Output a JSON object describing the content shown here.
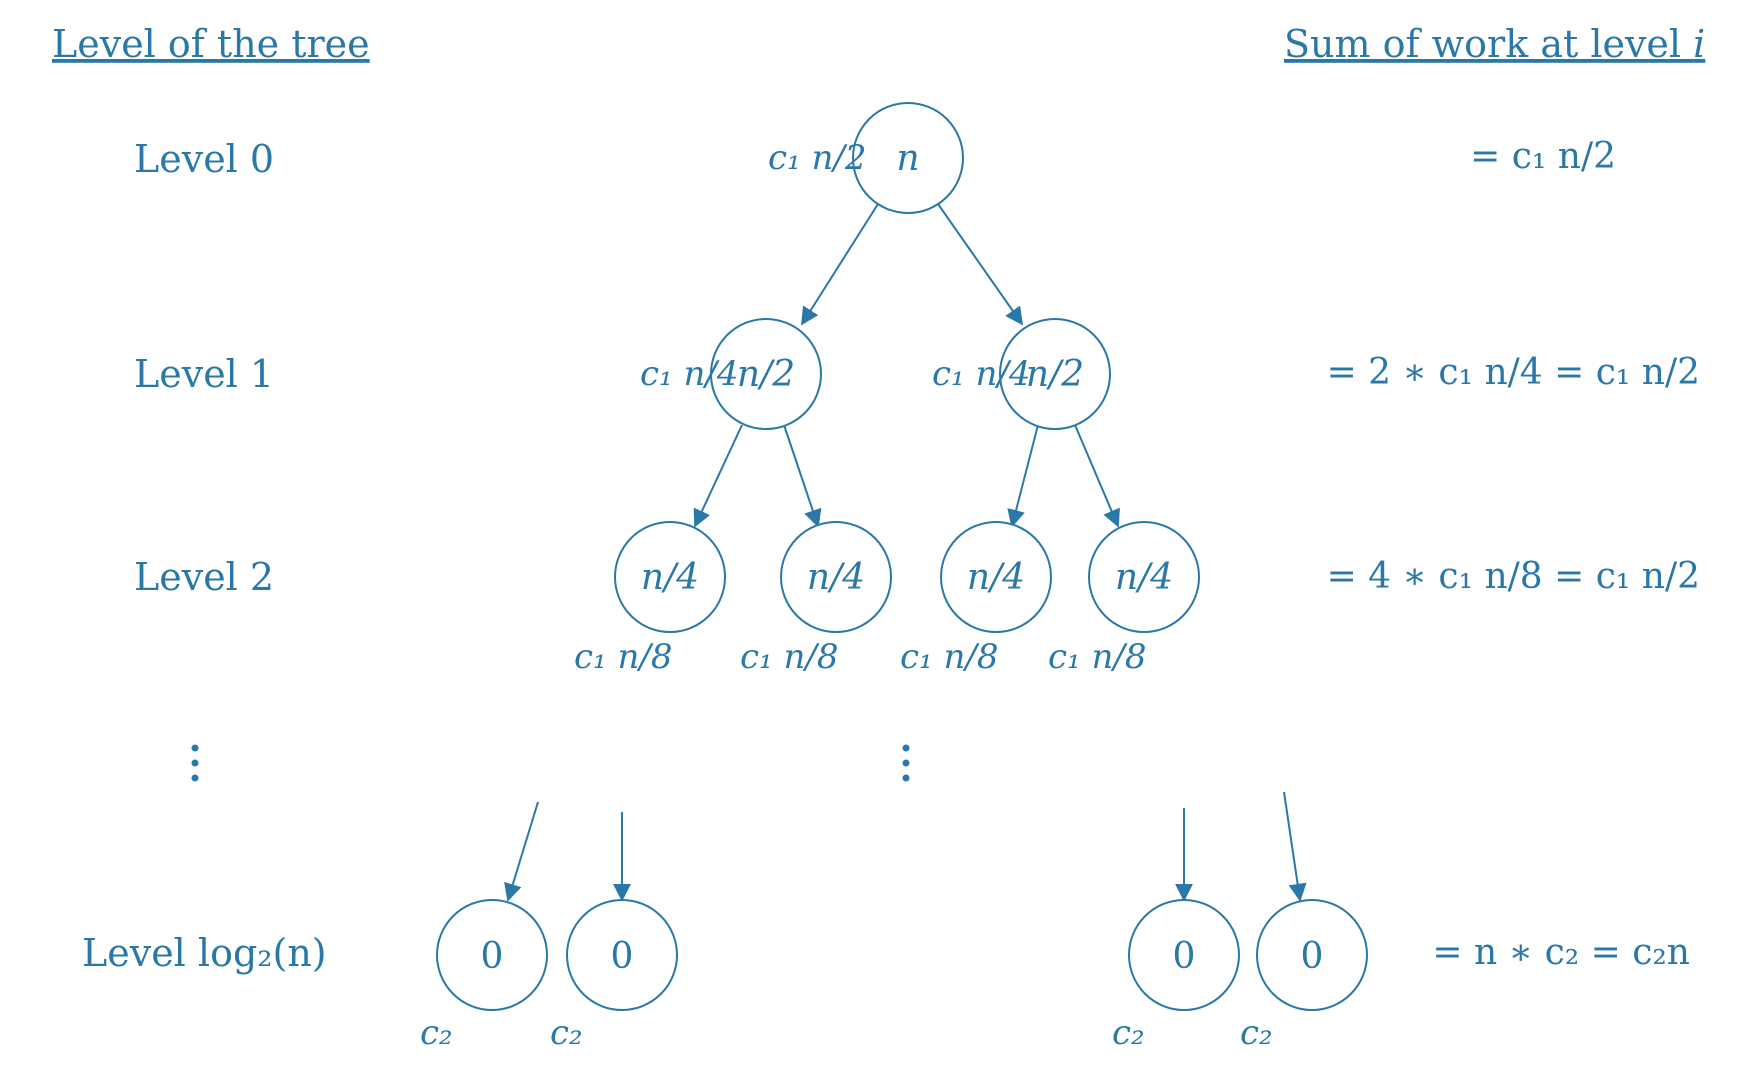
{
  "headers": {
    "left": "Level of the tree",
    "right_prefix": "Sum of work at level ",
    "right_var": "i"
  },
  "levels": [
    {
      "id": "level-0",
      "label": "Level 0"
    },
    {
      "id": "level-1",
      "label": "Level 1"
    },
    {
      "id": "level-2",
      "label": "Level 2"
    },
    {
      "id": "level-log",
      "label": "Level log₂(n)"
    }
  ],
  "nodes": [
    {
      "id": "root",
      "label": "n"
    },
    {
      "id": "l1-left",
      "label": "n/2"
    },
    {
      "id": "l1-right",
      "label": "n/2"
    },
    {
      "id": "l2-a",
      "label": "n/4"
    },
    {
      "id": "l2-b",
      "label": "n/4"
    },
    {
      "id": "l2-c",
      "label": "n/4"
    },
    {
      "id": "l2-d",
      "label": "n/4"
    },
    {
      "id": "leaf-a",
      "label": "0"
    },
    {
      "id": "leaf-b",
      "label": "0"
    },
    {
      "id": "leaf-c",
      "label": "0"
    },
    {
      "id": "leaf-d",
      "label": "0"
    }
  ],
  "costs": {
    "root": "c₁ n/2",
    "level1": "c₁ n/4",
    "level2": "c₁ n/8",
    "leaf": "c₂"
  },
  "sums": [
    "= c₁ n/2",
    "= 2 ∗ c₁ n/4 = c₁ n/2",
    "= 4 ∗ c₁ n/8 = c₁ n/2",
    "= n ∗ c₂ = c₂n"
  ],
  "colors": {
    "accent": "#2a78a8"
  }
}
